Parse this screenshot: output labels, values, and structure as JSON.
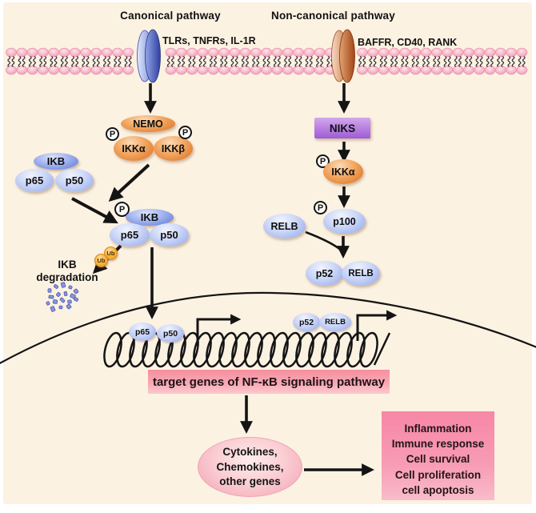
{
  "labels": {
    "phospho": "P",
    "ub": "Ub"
  },
  "canonical": {
    "title": "Canonical pathway",
    "receptor_label": "TLRs, TNFRs, IL-1R",
    "nemo": "NEMO",
    "ikk_alpha": "IKKα",
    "ikk_beta": "IKKβ",
    "ikb": "IKB",
    "p65": "p65",
    "p50": "p50",
    "degradation": {
      "line1": "IKB",
      "line2": "degradation"
    }
  },
  "noncanonical": {
    "title": "Non-canonical pathway",
    "receptor_label": "BAFFR, CD40, RANK",
    "niks": "NIKS",
    "ikk_alpha": "IKKα",
    "p100": "p100",
    "relb": "RELB",
    "p52": "p52"
  },
  "nucleus": {
    "p65": "p65",
    "p50": "p50",
    "p52": "p52",
    "relb": "RELB",
    "target_genes_banner": "target genes of NF-κB signaling pathway"
  },
  "outputs": {
    "genes_ellipse": {
      "line1": "Cytokines,",
      "line2": "Chemokines,",
      "line3": "other genes"
    },
    "effects_box": {
      "line1": "Inflammation",
      "line2": "Immune response",
      "line3": "Cell survival",
      "line4": "Cell proliferation",
      "line5": "cell apoptosis"
    }
  },
  "colors": {
    "background": "#fcf2e2",
    "membrane_pink": "#f3a8bd",
    "kinase_orange": "#d96d1f",
    "protein_blue": "#8ea5e9",
    "ikb_blue": "#5a74d6",
    "niks_purple": "#9d5dd5",
    "banner_pink": "#f68fa0",
    "effects_pink": "#f787a6",
    "ubiquitin_amber": "#ee9c16",
    "arrow_black": "#141414"
  }
}
